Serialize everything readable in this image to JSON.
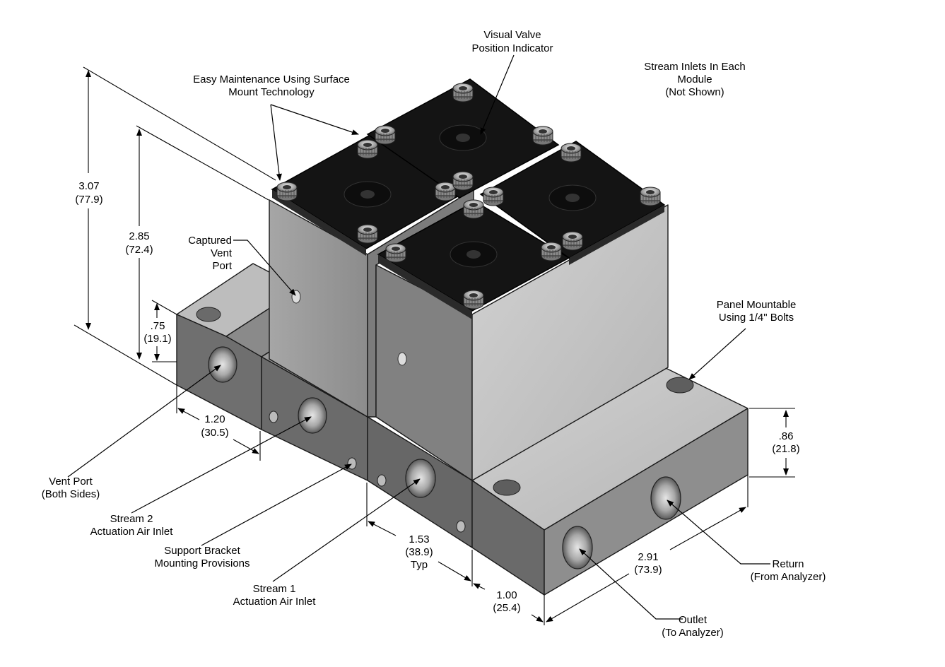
{
  "labels": {
    "visual_indicator": [
      "Visual Valve",
      "Position Indicator"
    ],
    "stream_inlets": [
      "Stream Inlets In Each",
      "Module",
      "(Not Shown)"
    ],
    "easy_maintenance": [
      "Easy Maintenance Using Surface",
      "Mount Technology"
    ],
    "captured_vent": [
      "Captured",
      "Vent",
      "Port"
    ],
    "panel_mountable": [
      "Panel Mountable",
      "Using 1/4\" Bolts"
    ],
    "vent_port": [
      "Vent Port",
      "(Both Sides)"
    ],
    "stream2": [
      "Stream 2",
      "Actuation Air Inlet"
    ],
    "support_bracket": [
      "Support Bracket",
      "Mounting Provisions"
    ],
    "stream1": [
      "Stream 1",
      "Actuation Air Inlet"
    ],
    "return": [
      "Return",
      "(From Analyzer)"
    ],
    "outlet": [
      "Outlet",
      "(To Analyzer)"
    ]
  },
  "dimensions": {
    "overall_height": [
      "3.07",
      "(77.9)"
    ],
    "module_height": [
      "2.85",
      "(72.4)"
    ],
    "base_height": [
      ".75",
      "(19.1)"
    ],
    "base_width": [
      "1.20",
      "(30.5)"
    ],
    "module_pitch": [
      "1.53",
      "(38.9)",
      "Typ"
    ],
    "manifold_height": [
      ".86",
      "(21.8)"
    ],
    "manifold_length": [
      "2.91",
      "(73.9)"
    ],
    "manifold_depth": [
      "1.00",
      "(25.4)"
    ]
  },
  "colors": {
    "body_light": "#c4c4c4",
    "body_mid": "#8e8e8e",
    "body_dark": "#6a6a6a",
    "cap_black": "#141414",
    "line": "#000000"
  }
}
